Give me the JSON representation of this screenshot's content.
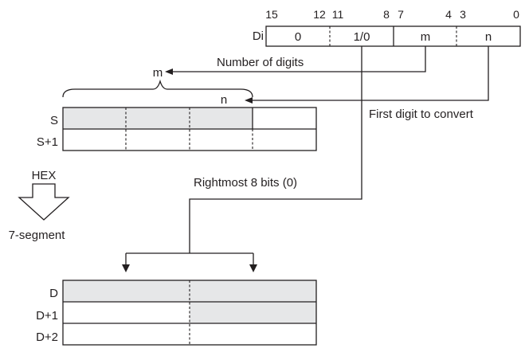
{
  "colors": {
    "line": "#231f20",
    "shaded": "#e6e7e8",
    "background": "#ffffff"
  },
  "di_register": {
    "label": "Di",
    "bit_numbers": [
      "15",
      "12",
      "11",
      "8",
      "7",
      "4",
      "3",
      "0"
    ],
    "fields": [
      "0",
      "1/0",
      "m",
      "n"
    ]
  },
  "annotations": {
    "number_of_digits": "Number of digits",
    "first_digit": "First digit to convert",
    "rightmost_bits": "Rightmost 8 bits (0)",
    "m_label": "m",
    "n_label": "n"
  },
  "source_rows": [
    "S",
    "S+1"
  ],
  "conversion": {
    "from": "HEX",
    "to": "7-segment"
  },
  "dest_rows": [
    "D",
    "D+1",
    "D+2"
  ]
}
